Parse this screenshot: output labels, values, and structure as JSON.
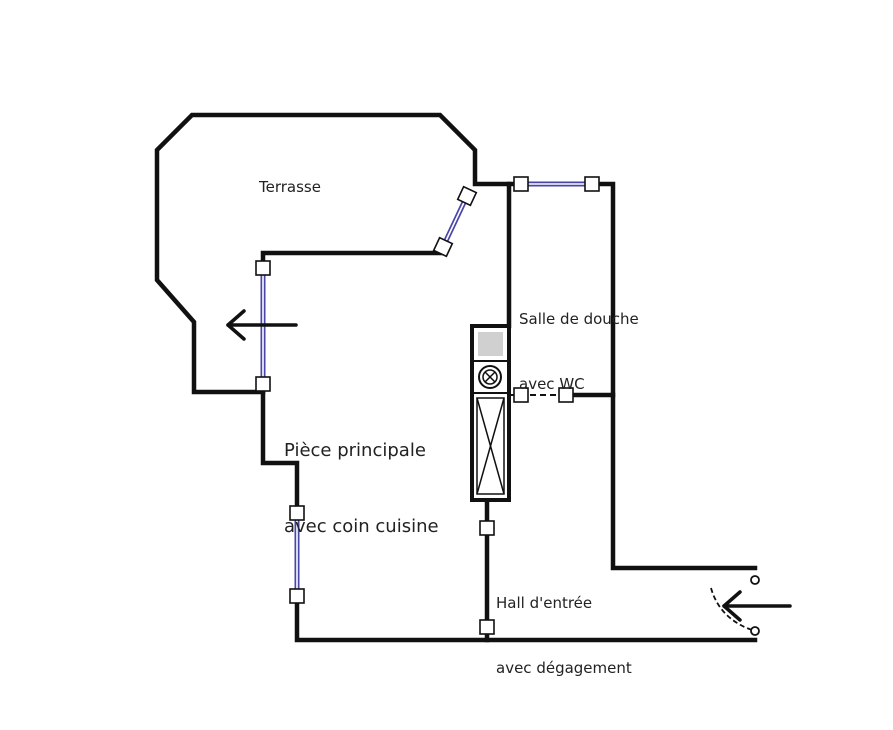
{
  "diagram": {
    "rooms": {
      "terrasse": "Terrasse",
      "piece_principale": [
        "Pièce principale",
        "avec coin cuisine"
      ],
      "salle_de_douche": [
        "Salle de douche",
        "avec WC"
      ],
      "hall": [
        "Hall d'entrée",
        "avec dégagement"
      ]
    },
    "colors": {
      "wall": "#111111",
      "window_glass": "#4a46a8",
      "equipment_fill": "#d0d0d0"
    },
    "icons": [
      "arrow-left-icon",
      "arrow-left-icon",
      "cross-circle-icon",
      "cross-box-icon"
    ]
  }
}
